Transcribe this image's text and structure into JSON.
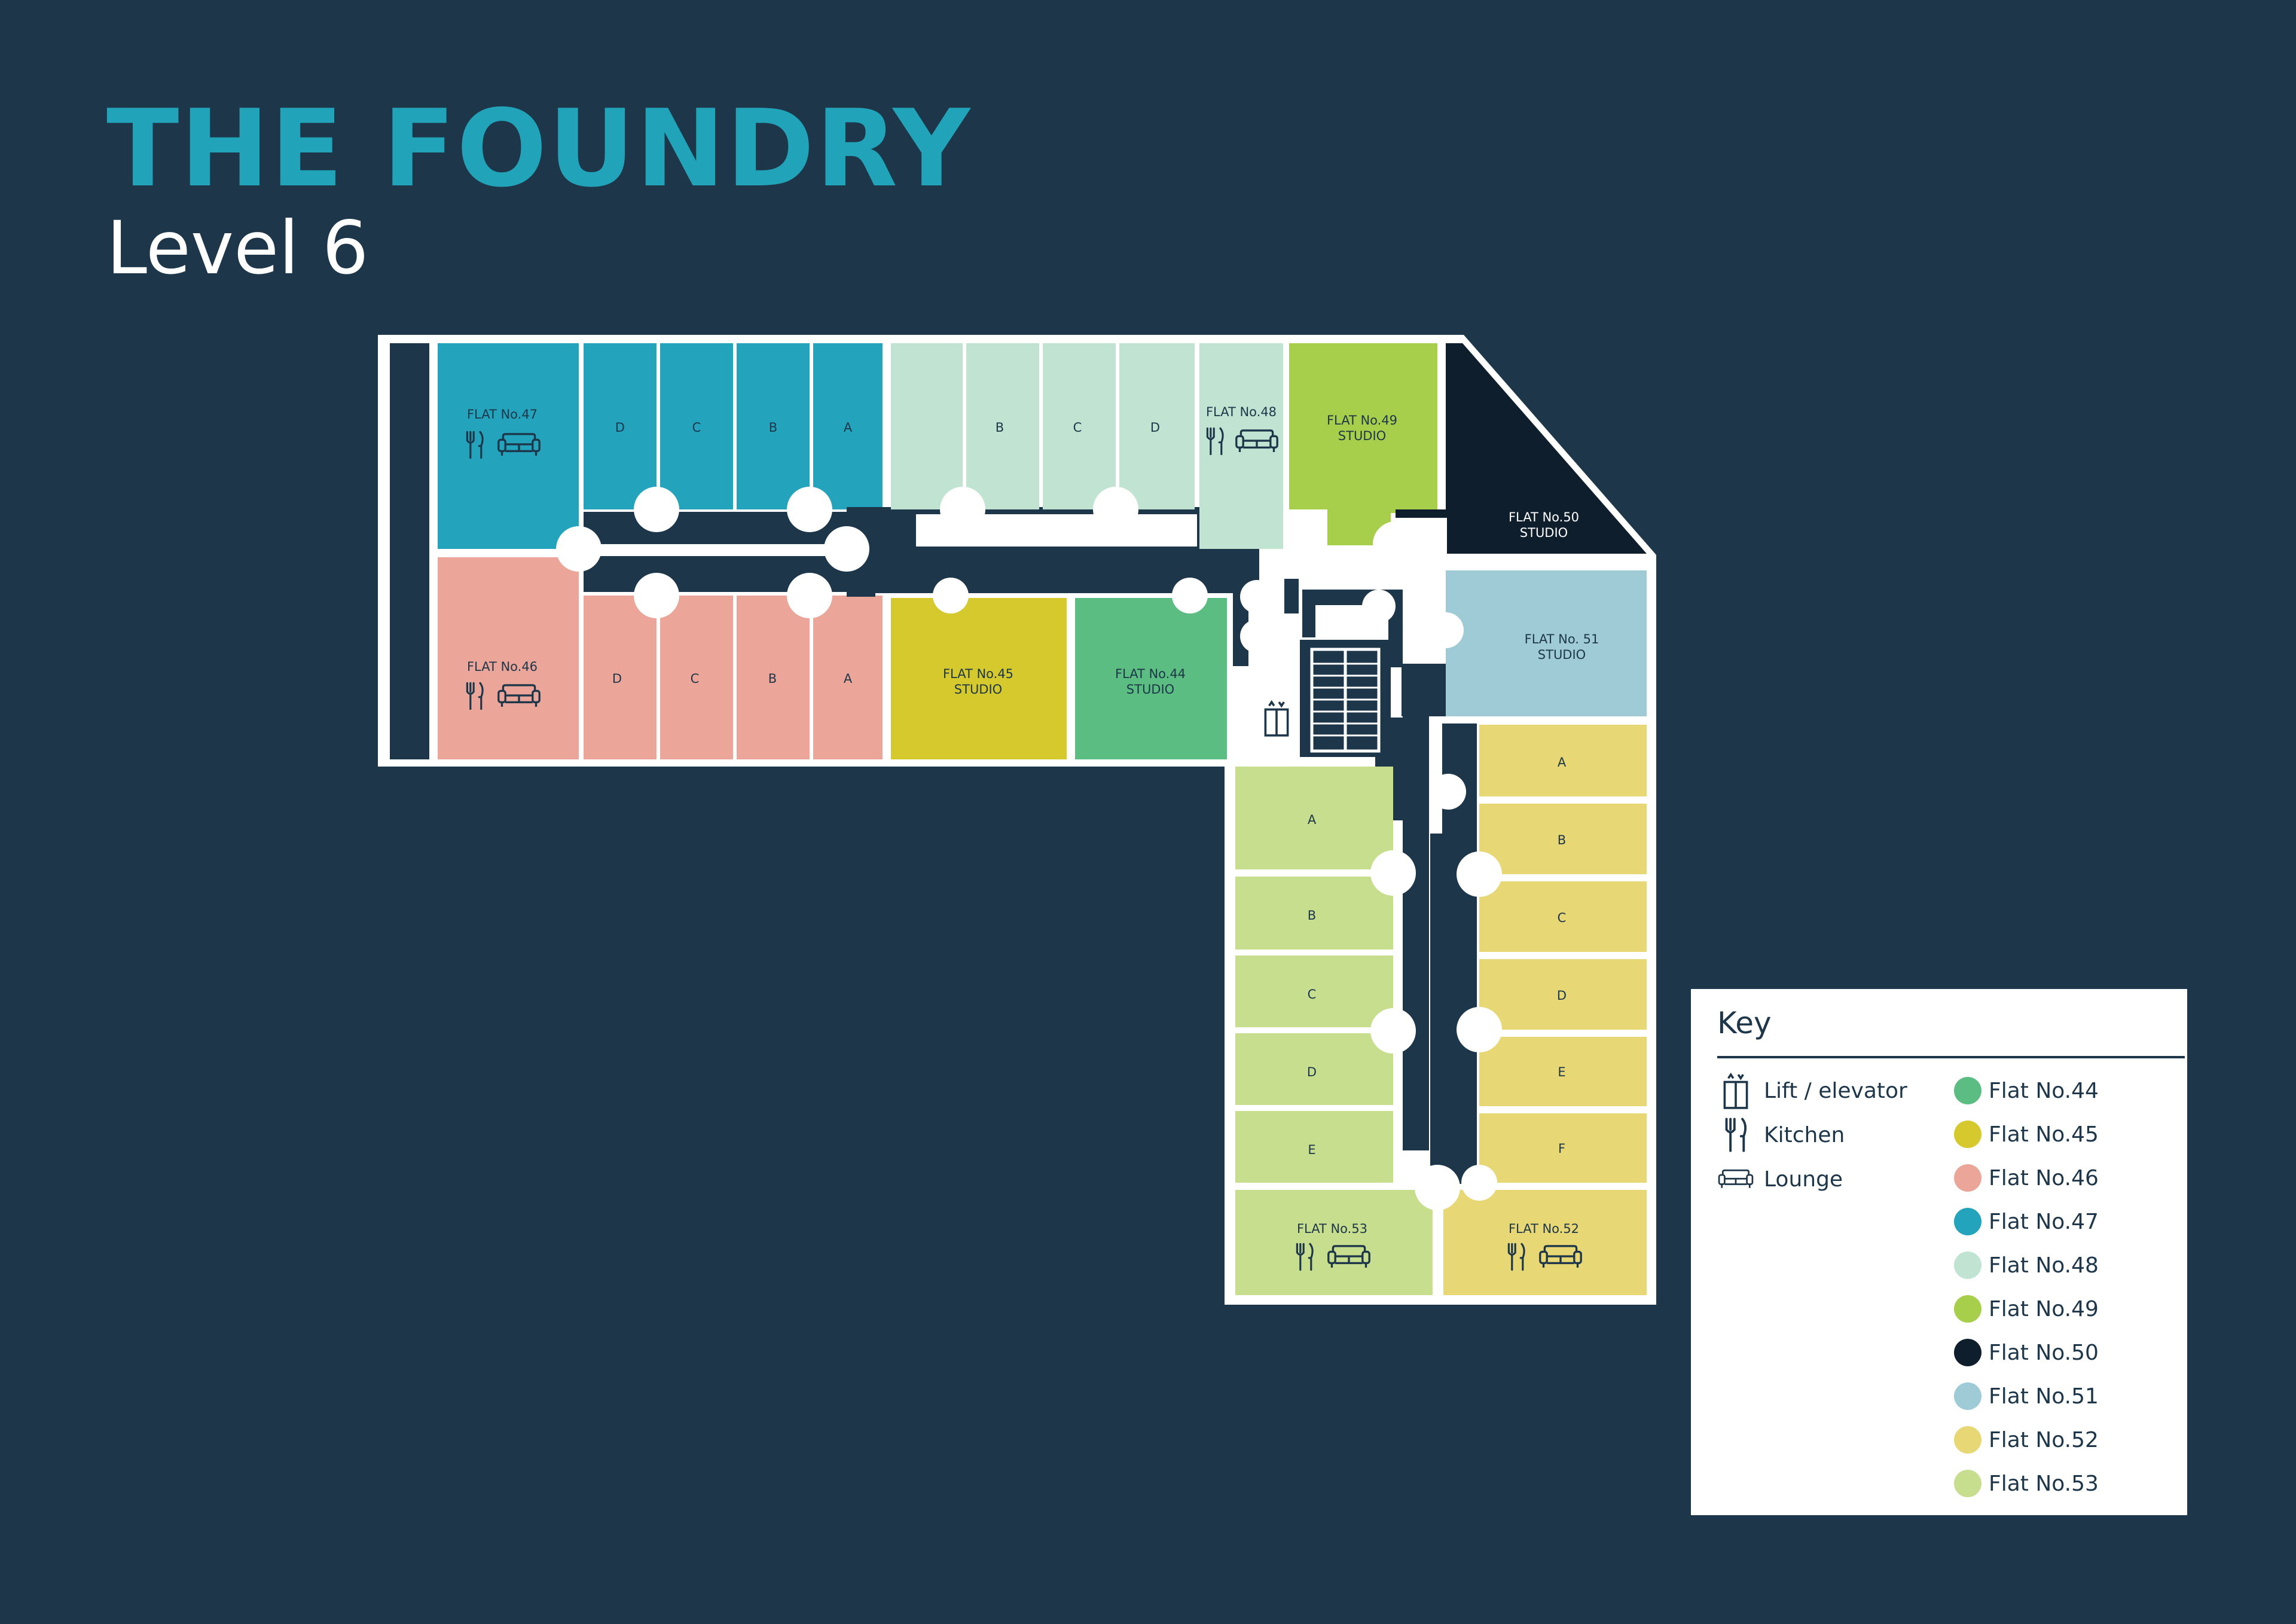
{
  "header": {
    "title": "THE FOUNDRY",
    "subtitle": "Level 6"
  },
  "colors": {
    "background": "#1d3649",
    "wall": "#ffffff",
    "title": "#21a4ba",
    "flat44": "#5bbd82",
    "flat45": "#d5c92d",
    "flat46": "#eca699",
    "flat47": "#23a4bc",
    "flat48": "#c1e3d2",
    "flat49": "#a8cf4b",
    "flat50": "#0f1e2d",
    "flat51": "#9ecbd6",
    "flat52": "#e7d775",
    "flat53": "#c7de8e"
  },
  "flats": {
    "f47": {
      "name": "FLAT No.47",
      "rooms": [
        "D",
        "C",
        "B",
        "A"
      ]
    },
    "f46": {
      "name": "FLAT No.46",
      "rooms": [
        "D",
        "C",
        "B",
        "A"
      ]
    },
    "f48": {
      "name": "FLAT No.48",
      "rooms": [
        "B",
        "C",
        "D"
      ]
    },
    "f49": {
      "name": "FLAT No.49",
      "type": "STUDIO"
    },
    "f50": {
      "name": "FLAT No.50",
      "type": "STUDIO"
    },
    "f45": {
      "name": "FLAT No.45",
      "type": "STUDIO"
    },
    "f44": {
      "name": "FLAT No.44",
      "type": "STUDIO"
    },
    "f51": {
      "name": "FLAT No. 51",
      "type": "STUDIO"
    },
    "f53": {
      "name": "FLAT No.53",
      "rooms": [
        "A",
        "B",
        "C",
        "D",
        "E"
      ]
    },
    "f52": {
      "name": "FLAT No.52",
      "rooms": [
        "A",
        "B",
        "C",
        "D",
        "E",
        "F"
      ]
    }
  },
  "icons": {
    "lift": "lift-icon",
    "kitchen": "kitchen-icon",
    "lounge": "lounge-icon"
  },
  "key": {
    "title": "Key",
    "items": [
      {
        "icon": "lift-icon",
        "label": "Lift / elevator"
      },
      {
        "icon": "kitchen-icon",
        "label": "Kitchen"
      },
      {
        "icon": "lounge-icon",
        "label": "Lounge"
      }
    ],
    "flats": [
      {
        "label": "Flat No.44",
        "color": "#5bbd82"
      },
      {
        "label": "Flat No.45",
        "color": "#d5c92d"
      },
      {
        "label": "Flat No.46",
        "color": "#eca699"
      },
      {
        "label": "Flat No.47",
        "color": "#23a4bc"
      },
      {
        "label": "Flat No.48",
        "color": "#c1e3d2"
      },
      {
        "label": "Flat No.49",
        "color": "#a8cf4b"
      },
      {
        "label": "Flat No.50",
        "color": "#0f1e2d"
      },
      {
        "label": "Flat No.51",
        "color": "#9ecbd6"
      },
      {
        "label": "Flat No.52",
        "color": "#e7d775"
      },
      {
        "label": "Flat No.53",
        "color": "#c7de8e"
      }
    ]
  }
}
